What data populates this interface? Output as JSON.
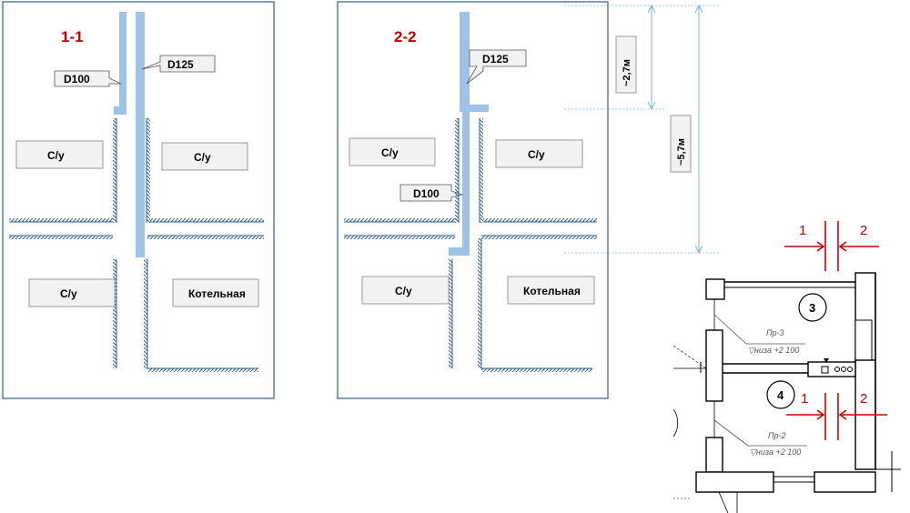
{
  "colors": {
    "section_title": "#c00000",
    "cut_marks": "#d00000",
    "pipe": "#9dc3e6",
    "frame": "#2e5f8a",
    "hatch": "#2e5f8a",
    "dim": "#7fb3d5"
  },
  "section_1": {
    "title": "1-1",
    "callout_top": "D100",
    "callout_big": "D125",
    "rooms": {
      "top_left": "С/у",
      "top_right": "С/у",
      "bottom_left": "С/у",
      "bottom_right": "Котельная"
    }
  },
  "section_2": {
    "title": "2-2",
    "callout_big": "D125",
    "callout_small": "D100",
    "rooms": {
      "top_left": "С/у",
      "top_right": "С/у",
      "bottom_left": "С/у",
      "bottom_right": "Котельная"
    }
  },
  "dimensions": {
    "short": "~2,7м",
    "long": "~5,7м"
  },
  "plan": {
    "cut_top_left": "1",
    "cut_top_right": "2",
    "cut_bottom_left": "1",
    "cut_bottom_right": "2",
    "room_3": "3",
    "room_4": "4",
    "note_1_name": "Пр-3",
    "note_1_level": "▽низа +2 100",
    "note_2_name": "Пр-2",
    "note_2_level": "▽низа +2 100"
  }
}
